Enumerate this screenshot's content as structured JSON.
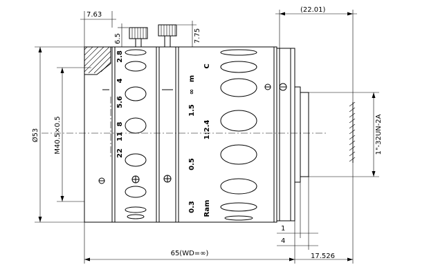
{
  "dimensions": {
    "front_width": "7.63",
    "overall_back_ref": "(22.01)",
    "knob_offset": "6.5",
    "knob_height": "7.75",
    "outer_diameter": "Ø53",
    "filter_thread": "M40.5×0.5",
    "mount_thread": "1\"-32UN-2A",
    "flange_step_1": "1",
    "flange_step_4": "4",
    "overall_length": "65(WD=∞)",
    "back_focus": "17.526"
  },
  "aperture_scale": [
    "2.8",
    "4",
    "5.6",
    "8",
    "11",
    "22"
  ],
  "focus_scale": [
    "m",
    "C",
    "∞",
    "1.5",
    "1:2.4",
    "0.5",
    "0.3",
    "Ram"
  ]
}
